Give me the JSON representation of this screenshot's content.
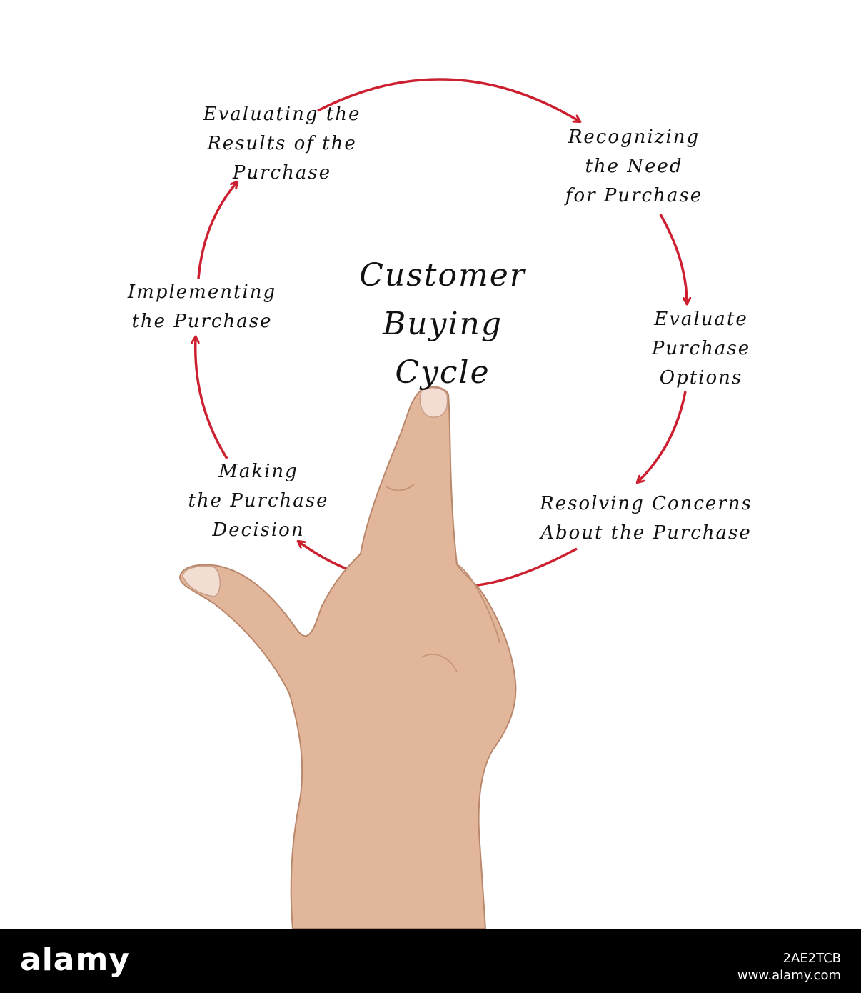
{
  "diagram": {
    "title": "Customer\nBuying\nCycle",
    "arrow_color": "#cc1f2f",
    "steps": [
      "Recognizing\nthe Need\nfor Purchase",
      "Evaluate\nPurchase\nOptions",
      "Resolving Concerns\nAbout the Purchase",
      "Making\nthe Purchase\nDecision",
      "Implementing\nthe Purchase",
      "Evaluating the\nResults of the\nPurchase"
    ]
  },
  "footer": {
    "logo": "alamy",
    "image_code": "2AE2TCB",
    "site": "www.alamy.com"
  }
}
